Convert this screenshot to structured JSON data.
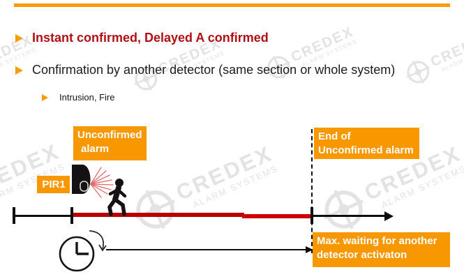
{
  "slide": {
    "bullets": [
      {
        "label": "Instant confirmed, Delayed A confirmed"
      },
      {
        "label": "Confirmation by another detector (same section or whole system)"
      },
      {
        "label": "Intrusion, Fire"
      }
    ],
    "colors": {
      "accent_orange": "#F79800",
      "title_red": "#B01116",
      "active_red": "#C00000",
      "watermark_gray": "#E3E3E3"
    }
  },
  "diagram": {
    "labels": {
      "unconfirmed_alarm": {
        "line1": "Unconfirmed",
        "line2": "alarm"
      },
      "pir1": "PIR1",
      "end_of": {
        "line1": "End of",
        "line2": "Unconfirmed alarm"
      },
      "max_waiting": {
        "line1": "Max. waiting for another",
        "line2": "detector activaton"
      }
    },
    "icons": [
      "pir-detector-icon",
      "walking-person-icon",
      "clock-icon",
      "rotation-arrow-icon"
    ]
  },
  "watermark": {
    "brand": "CREDEX",
    "tagline": "ALARM SYSTEMS"
  }
}
